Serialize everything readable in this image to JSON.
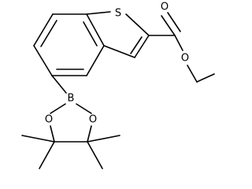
{
  "molecule": {
    "atoms": {
      "sulfur": "S",
      "carbonyl_oxygen": "O",
      "ester_oxygen": "O",
      "boron": "B",
      "ring_oxygen_left": "O",
      "ring_oxygen_right": "O"
    }
  },
  "colors": {
    "bond": "#000000",
    "background": "#ffffff"
  }
}
